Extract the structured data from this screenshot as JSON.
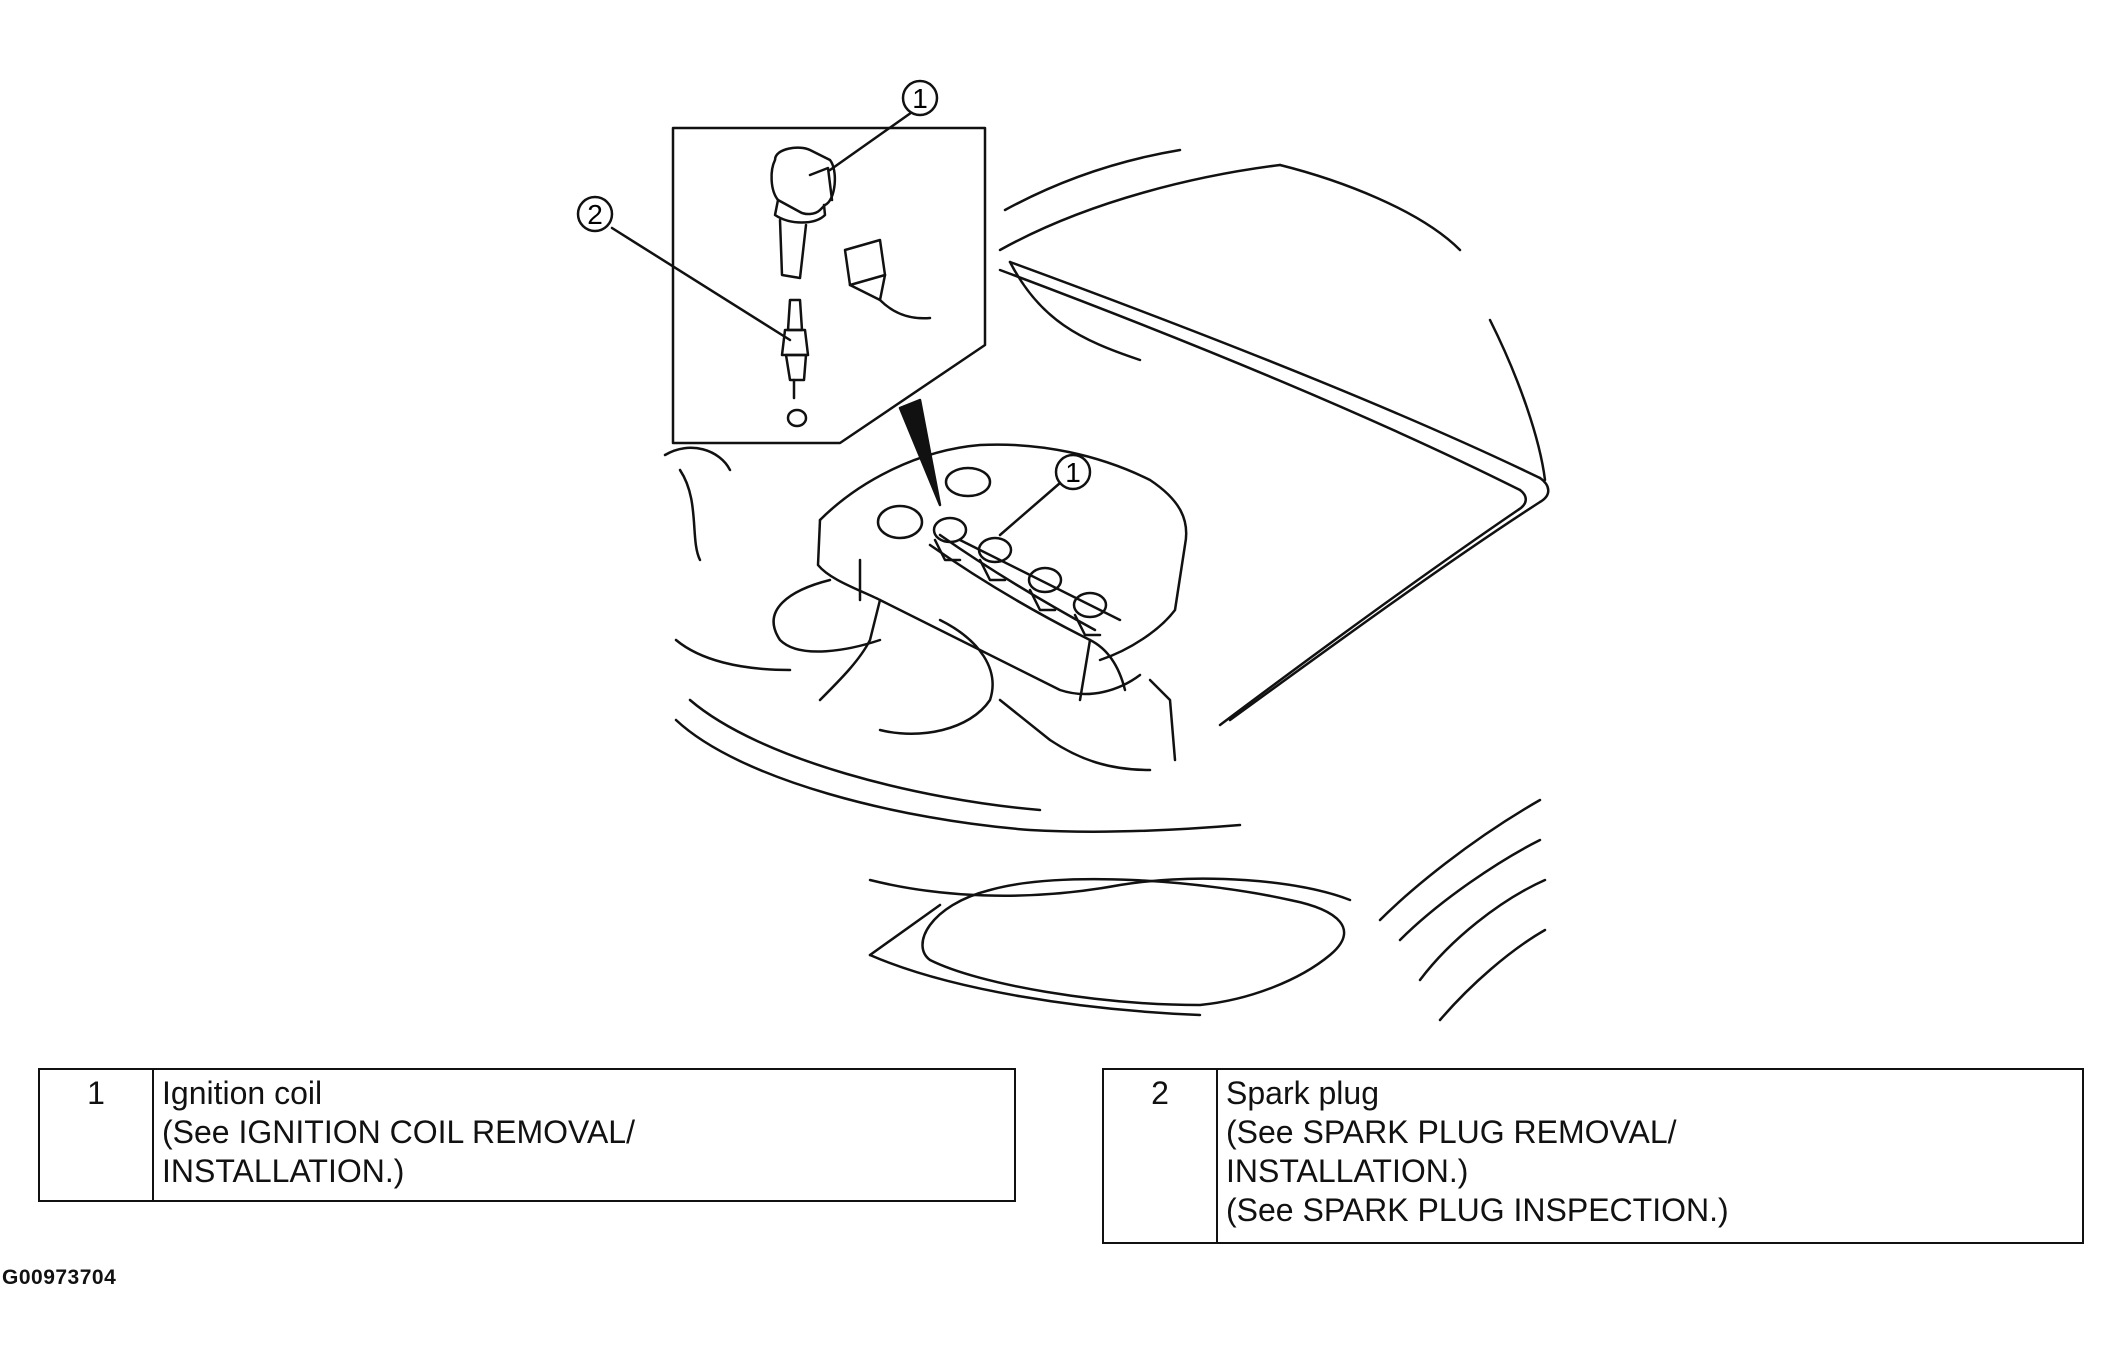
{
  "callouts": [
    {
      "number": "1"
    },
    {
      "number": "2"
    },
    {
      "number": "1"
    }
  ],
  "legend": [
    {
      "number": "1",
      "description": "Ignition coil\n(See IGNITION COIL REMOVAL/\nINSTALLATION.)"
    },
    {
      "number": "2",
      "description": "Spark plug\n(See SPARK PLUG REMOVAL/\nINSTALLATION.)\n(See SPARK PLUG INSPECTION.)"
    }
  ],
  "figure_code": "G00973704"
}
